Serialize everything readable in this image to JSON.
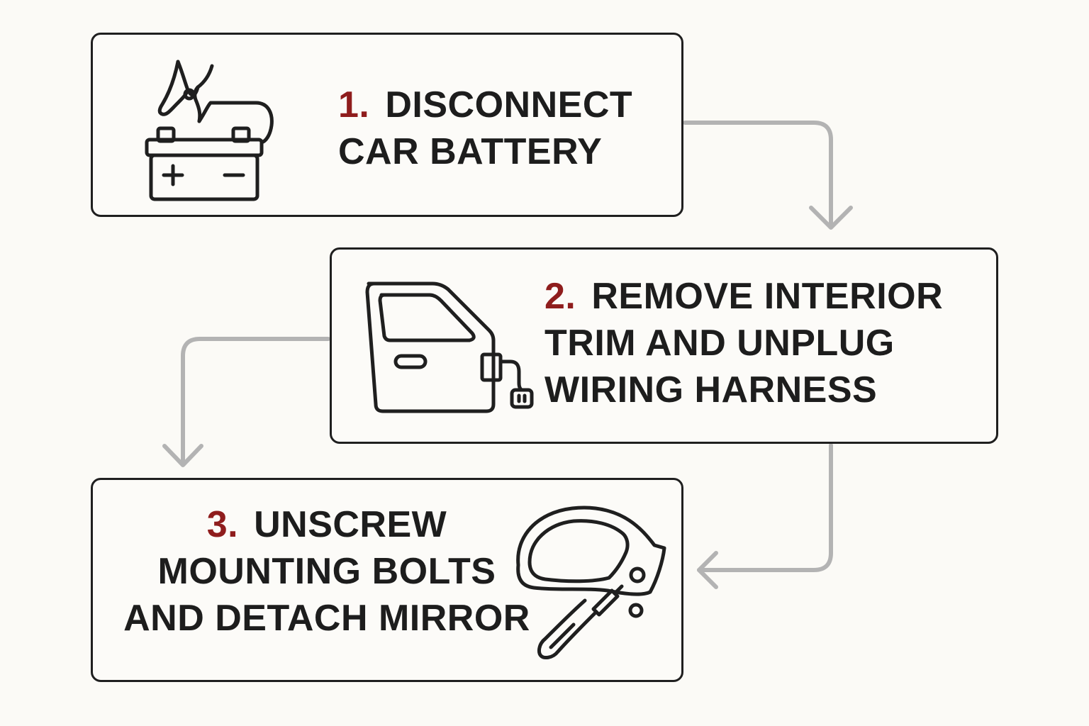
{
  "steps": [
    {
      "number": "1.",
      "lines": [
        "DISCONNECT",
        "CAR BATTERY"
      ],
      "icon": "car-battery-with-clamp-icon"
    },
    {
      "number": "2.",
      "lines": [
        "REMOVE INTERIOR",
        "TRIM AND UNPLUG",
        "WIRING HARNESS"
      ],
      "icon": "car-door-with-plug-icon"
    },
    {
      "number": "3.",
      "lines": [
        "UNSCREW",
        "MOUNTING BOLTS",
        "AND DETACH MIRROR"
      ],
      "icon": "side-mirror-with-screwdriver-icon"
    }
  ],
  "colors": {
    "background": "#fbfaf6",
    "text": "#1d1d1d",
    "step_number": "#8f1d1d",
    "box_border": "#1f1f1f",
    "connector": "#b3b3b3"
  }
}
